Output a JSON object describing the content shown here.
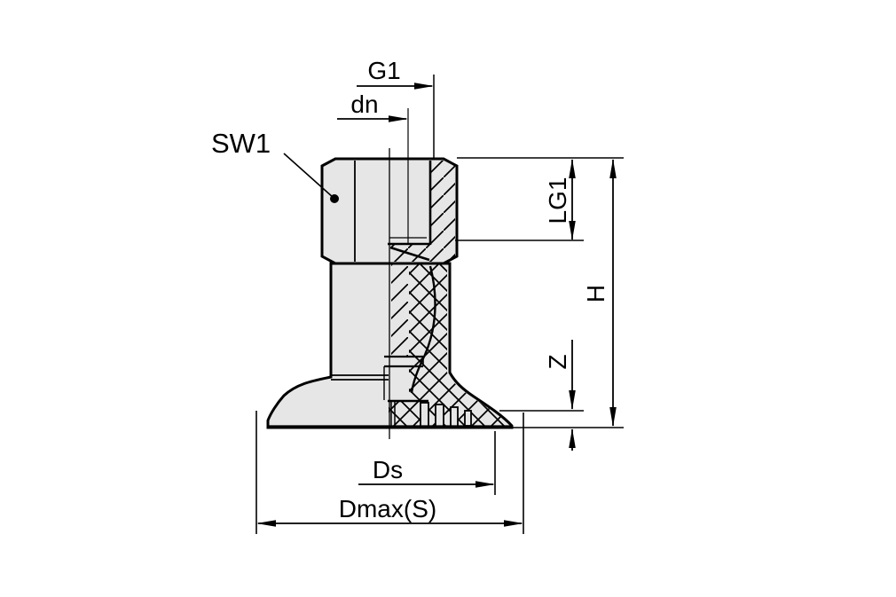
{
  "figure": {
    "type": "technical-dimension-drawing",
    "subject": "flat vacuum suction cup with female threaded fitting, half-section view",
    "colors": {
      "background": "#ffffff",
      "part_fill": "#e6e6e6",
      "line": "#000000"
    },
    "labels": {
      "g1": "G1",
      "dn": "dn",
      "sw1": "SW1",
      "lg1": "LG1",
      "h": "H",
      "z": "Z",
      "ds": "Ds",
      "dmax": "Dmax(S)"
    }
  }
}
